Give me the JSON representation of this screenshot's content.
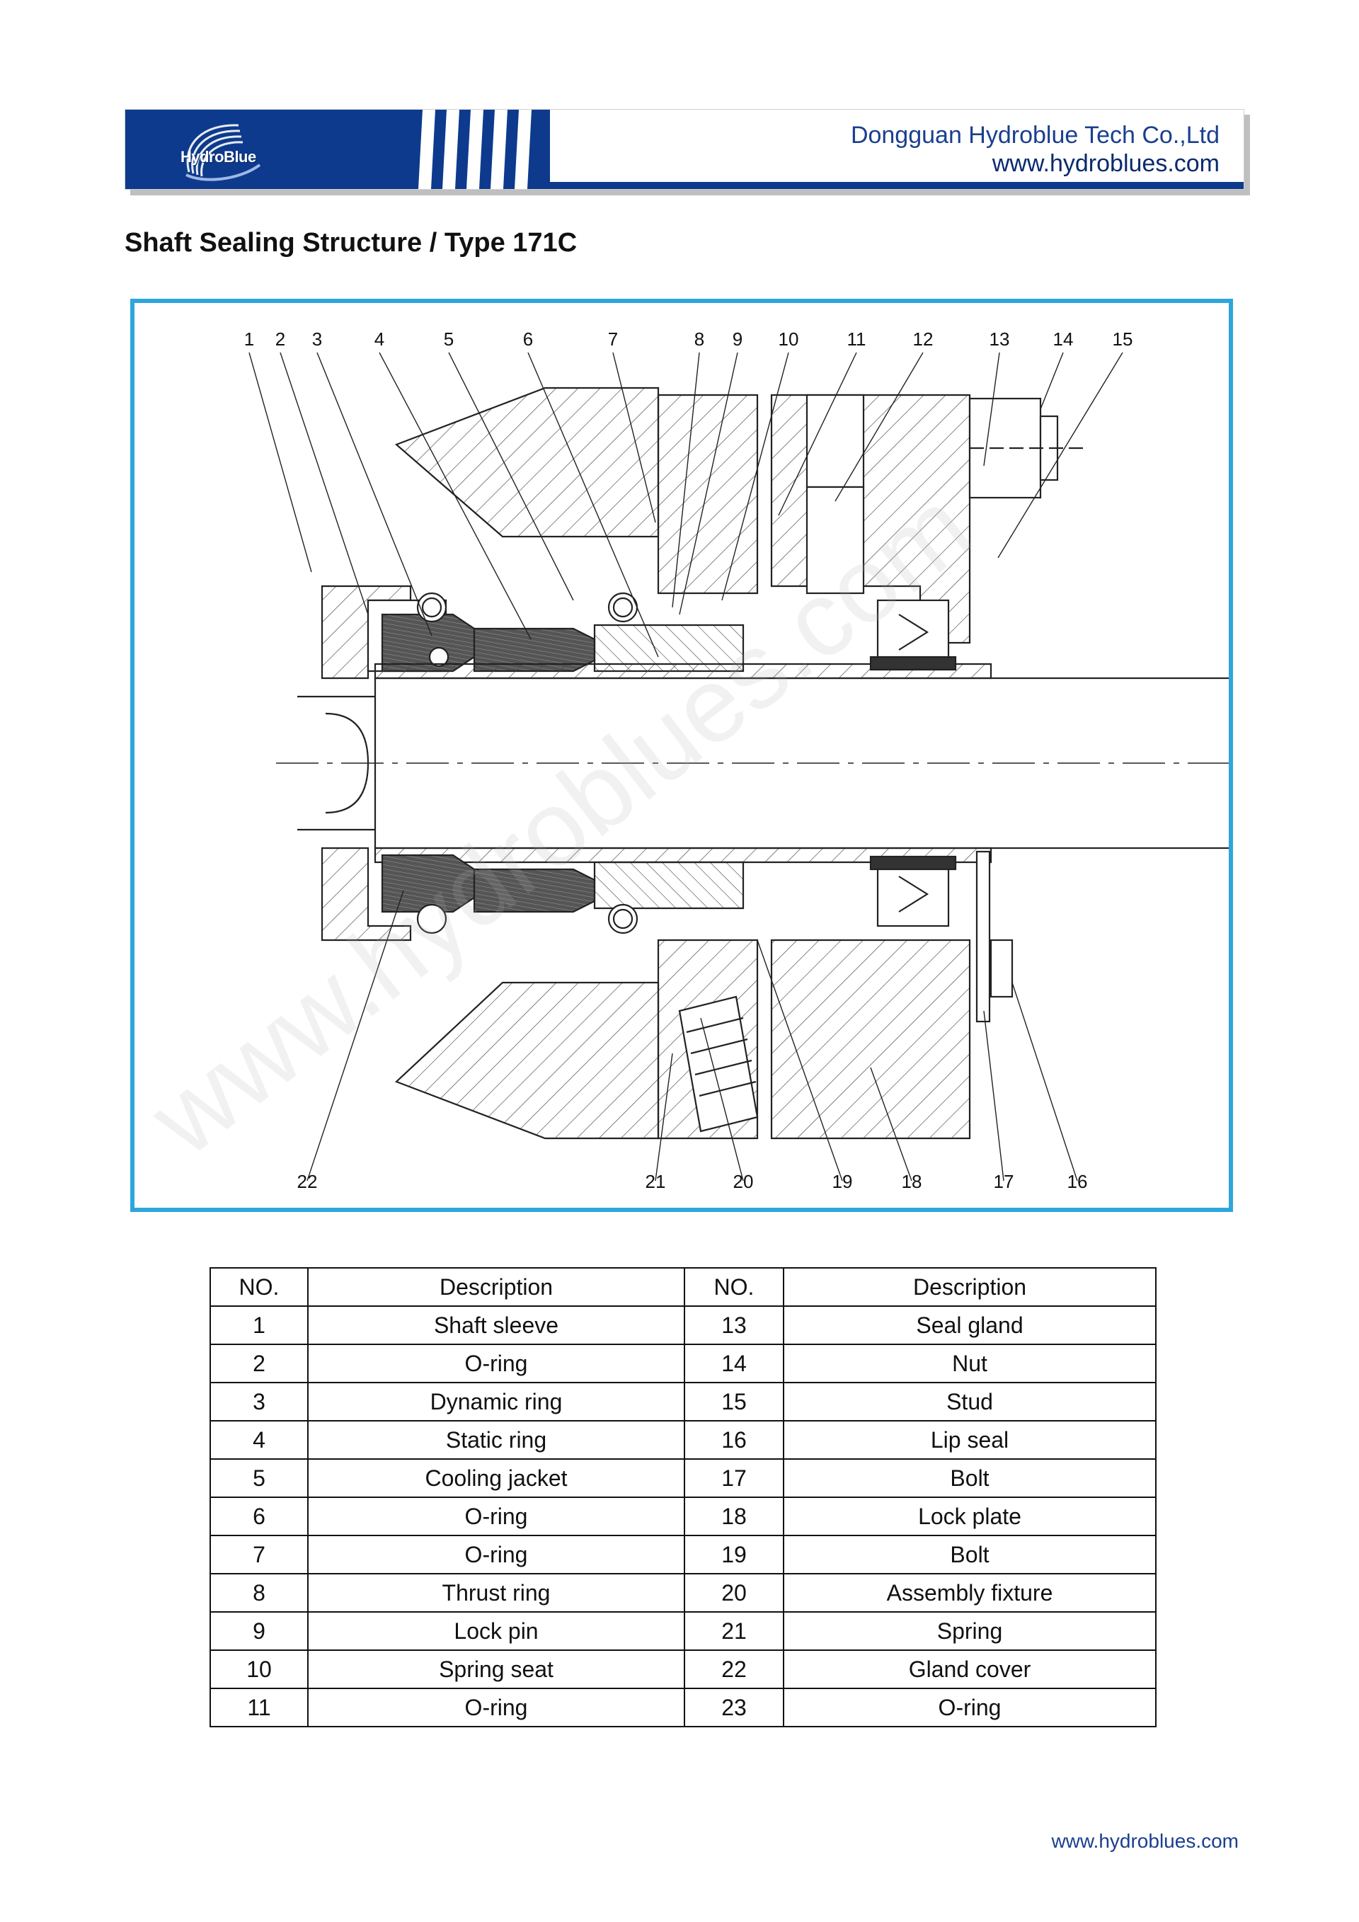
{
  "header": {
    "logo_text": "HydroBlue",
    "company_name": "Dongguan Hydroblue Tech Co.,Ltd",
    "company_url": "www.hydroblues.com",
    "brand_color": "#0d3a8c"
  },
  "title": "Shaft Sealing Structure / Type 171C",
  "drawing": {
    "callouts_top": [
      "1",
      "2",
      "3",
      "4",
      "5",
      "6",
      "7",
      "8",
      "9",
      "10",
      "11",
      "12",
      "13",
      "14",
      "15"
    ],
    "callouts_bottom": [
      "22",
      "21",
      "20",
      "19",
      "18",
      "17",
      "16"
    ],
    "frame_color": "#2ea6dc"
  },
  "watermark": "www.hydroblues.com",
  "parts_table": {
    "headers": [
      "NO.",
      "Description",
      "NO.",
      "Description"
    ],
    "rows": [
      [
        "1",
        "Shaft sleeve",
        "13",
        "Seal gland"
      ],
      [
        "2",
        "O-ring",
        "14",
        "Nut"
      ],
      [
        "3",
        "Dynamic ring",
        "15",
        "Stud"
      ],
      [
        "4",
        "Static ring",
        "16",
        "Lip seal"
      ],
      [
        "5",
        "Cooling jacket",
        "17",
        "Bolt"
      ],
      [
        "6",
        "O-ring",
        "18",
        "Lock plate"
      ],
      [
        "7",
        "O-ring",
        "19",
        "Bolt"
      ],
      [
        "8",
        "Thrust ring",
        "20",
        "Assembly fixture"
      ],
      [
        "9",
        "Lock pin",
        "21",
        "Spring"
      ],
      [
        "10",
        "Spring seat",
        "22",
        "Gland cover"
      ],
      [
        "11",
        "O-ring",
        "23",
        "O-ring"
      ]
    ]
  },
  "footer_url": "www.hydroblues.com"
}
